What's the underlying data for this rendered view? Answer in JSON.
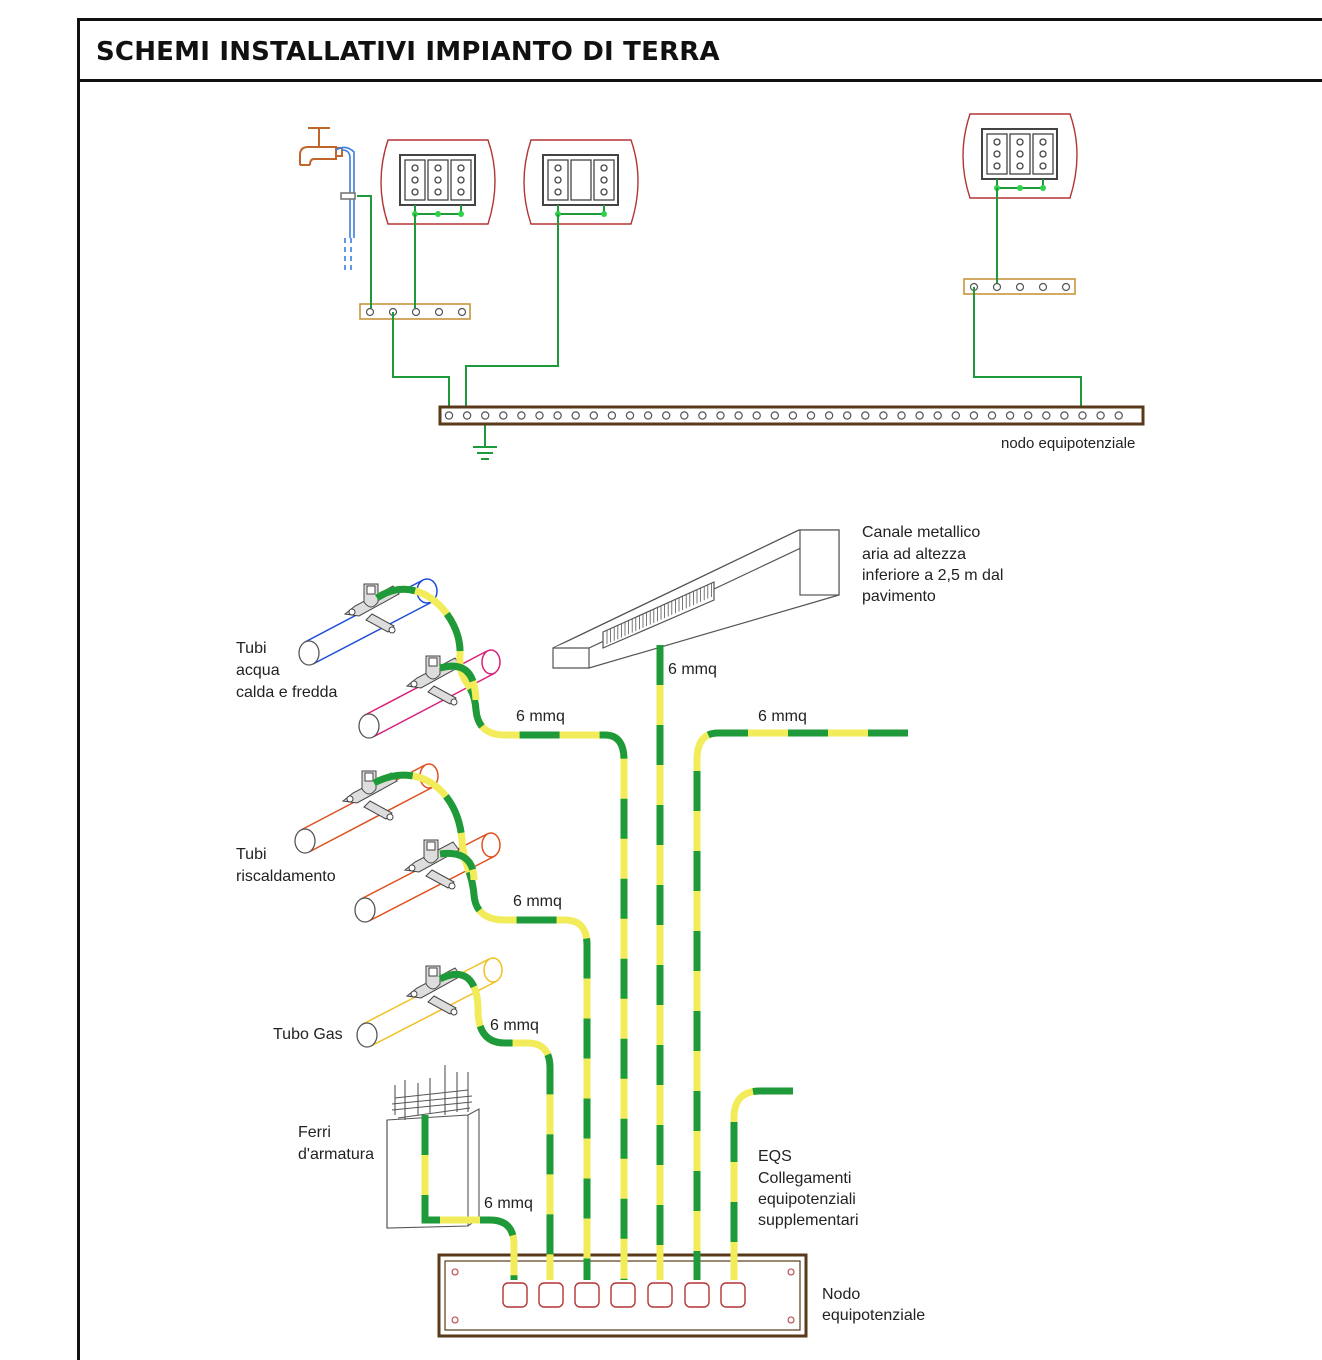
{
  "title": "SCHEMI INSTALLATIVI IMPIANTO DI TERRA",
  "top_diagram": {
    "node_label": "nodo equipotenziale"
  },
  "bottom_diagram": {
    "labels": {
      "canale": [
        "Canale metallico",
        "aria ad altezza",
        "inferiore a 2,5 m dal",
        "pavimento"
      ],
      "tubi_acqua": [
        "Tubi",
        "acqua",
        "calda e fredda"
      ],
      "tubi_riscaldamento": [
        "Tubi",
        "riscaldamento"
      ],
      "tubo_gas": "Tubo Gas",
      "ferri": [
        "Ferri",
        "d'armatura"
      ],
      "eqs": [
        "EQS",
        "Collegamenti",
        "equipotenziali",
        "supplementari"
      ],
      "nodo": [
        "Nodo",
        "equipotenziale"
      ]
    },
    "section_labels": [
      "6 mmq",
      "6 mmq",
      "6 mmq",
      "6 mmq",
      "6 mmq",
      "6 mmq"
    ]
  },
  "colors": {
    "green": "#1f9a3a",
    "yellow": "#f2ec5a",
    "bar_brown": "#5a3a1a",
    "strip_orange": "#c8943e",
    "plate_red": "#b33434",
    "cold_pipe": "#1f4fd8",
    "hot_pipe": "#d8207a",
    "heat_pipe": "#e0501e",
    "gas_pipe": "#f0c020"
  }
}
